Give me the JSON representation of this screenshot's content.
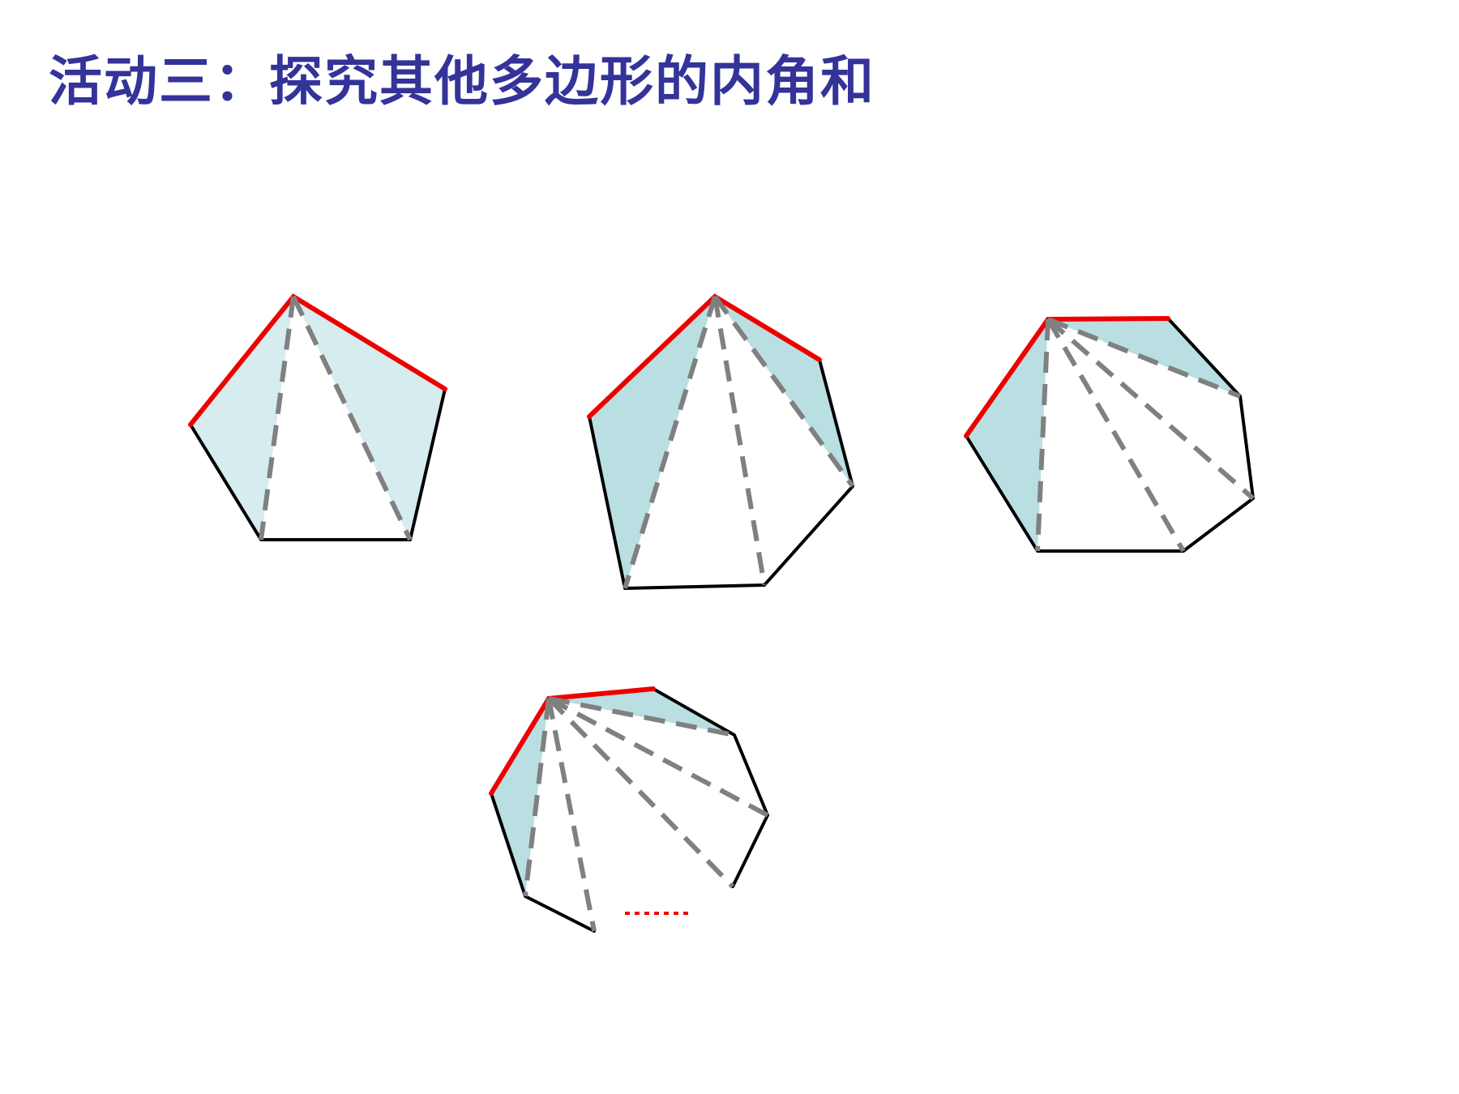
{
  "title": "活动三：探究其他多边形的内角和",
  "colors": {
    "title": "#333399",
    "edge_highlight": "#ee0000",
    "diagonal": "#808080",
    "fill_light": "#d6ecef",
    "fill": "#b9dfe2",
    "edge": "#000000",
    "ellipsis": "#ee0000"
  },
  "shapes": [
    {
      "id": "pentagon",
      "sides": 5
    },
    {
      "id": "hexagon",
      "sides": 6
    },
    {
      "id": "heptagon",
      "sides": 7
    },
    {
      "id": "octagon",
      "sides": 8
    }
  ],
  "continuation": "……"
}
